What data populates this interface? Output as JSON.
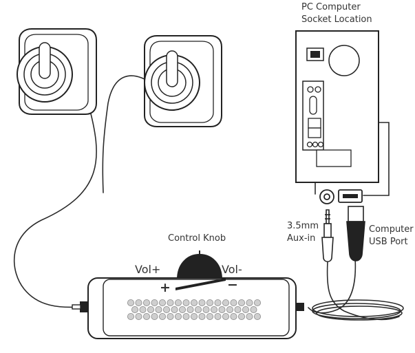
{
  "labels": {
    "pc_line1": "PC Computer",
    "pc_line2": "Socket Location",
    "aux_line1": "3.5mm",
    "aux_line2": "Aux-in",
    "usb_line1": "Computer",
    "usb_line2": "USB Port",
    "control_knob": "Control Knob",
    "vol_plus": "Vol+",
    "vol_minus": "Vol-",
    "plus_sign": "+",
    "minus_sign": "−"
  }
}
